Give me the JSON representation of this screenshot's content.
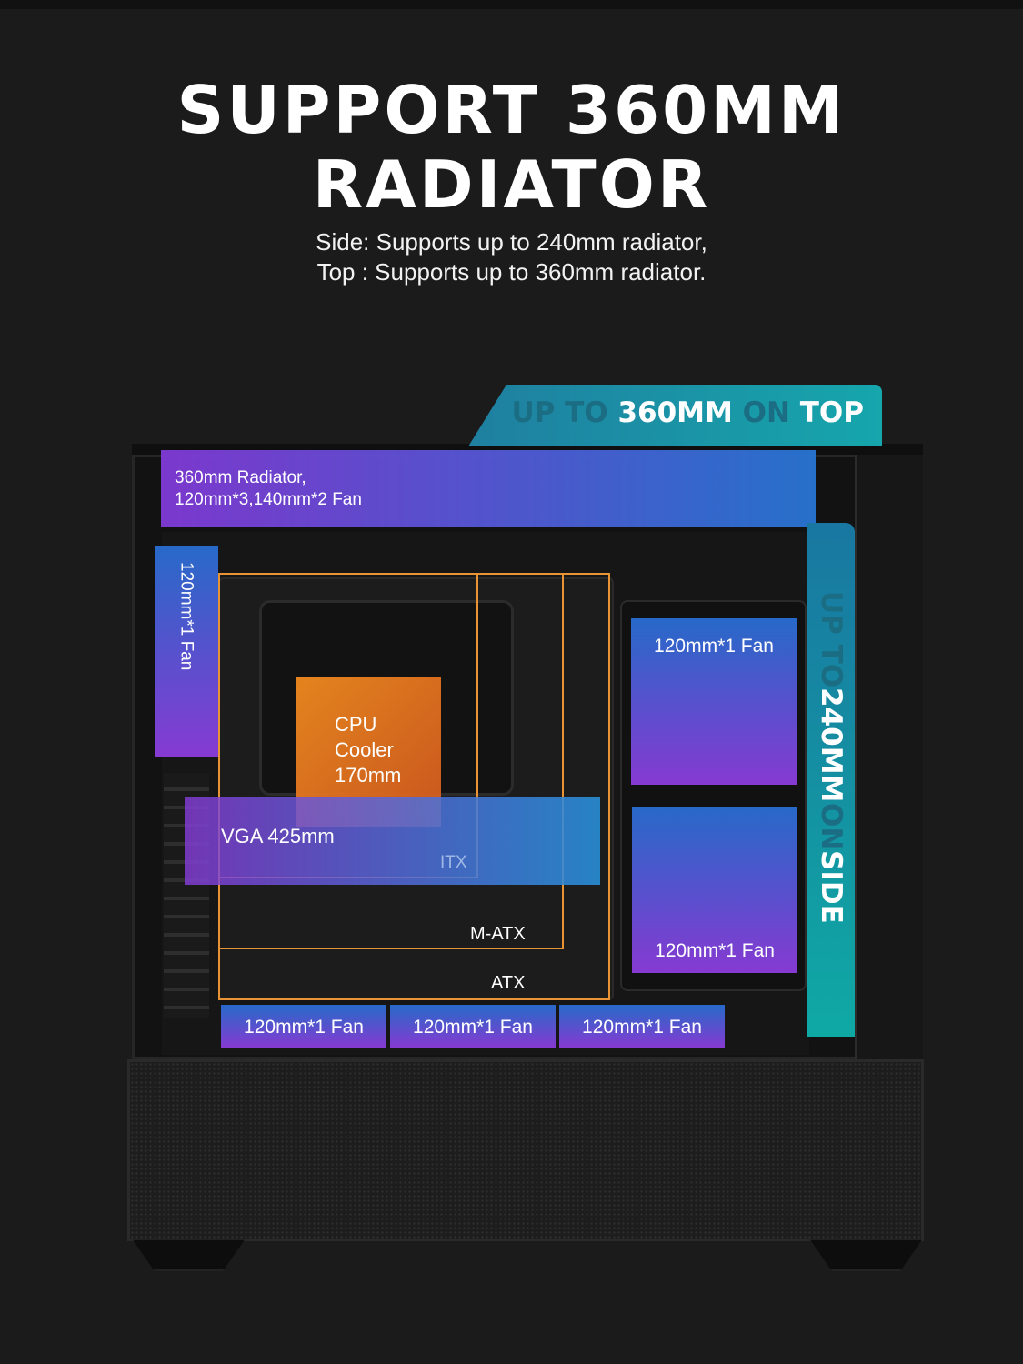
{
  "title_line1": "SUPPORT 360MM",
  "title_line2": "RADIATOR",
  "subtitle_line1": "Side: Supports up to 240mm radiator,",
  "subtitle_line2": "Top : Supports up to 360mm radiator.",
  "banner_top": {
    "w1": "UP TO ",
    "w2": "360MM",
    "w3": " ON ",
    "w4": "TOP"
  },
  "banner_side": {
    "w1": "UP TO ",
    "w2": "240MM",
    "w3": " ON ",
    "w4": "SIDE"
  },
  "top_radiator": {
    "line1": "360mm Radiator,",
    "line2": "120mm*3,140mm*2 Fan"
  },
  "rear_fan": "120mm*1 Fan",
  "side_fans": [
    "120mm*1 Fan",
    "120mm*1 Fan"
  ],
  "bottom_fans": [
    "120mm*1 Fan",
    "120mm*1 Fan",
    "120mm*1 Fan"
  ],
  "cpu_cooler": {
    "line1": "CPU",
    "line2": "Cooler",
    "line3": "170mm"
  },
  "vga": "VGA 425mm",
  "boards": {
    "itx": "ITX",
    "matx": "M-ATX",
    "atx": "ATX"
  },
  "colors": {
    "background": "#1b1b1b",
    "teal": "#16a6ac",
    "purple": "#813ad7",
    "blue": "#2875d4",
    "orange": "#e89435"
  }
}
